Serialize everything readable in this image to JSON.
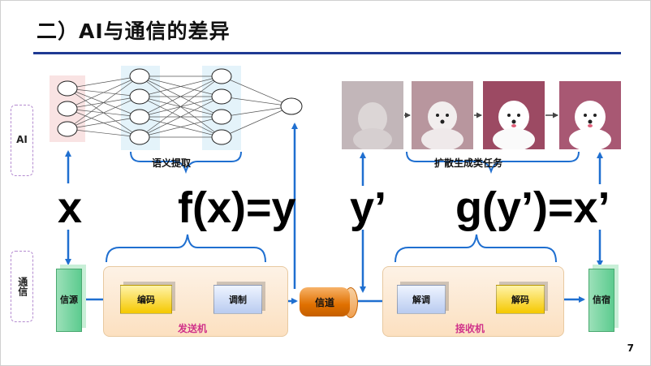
{
  "title": "二）AI与通信的差异",
  "side_labels": {
    "ai": "AI",
    "comm": "通信"
  },
  "equations": {
    "x": "x",
    "f": "f(x)=y",
    "y_prime": "y’",
    "g": "g(y’)=x’"
  },
  "brace_labels": {
    "semantic": "语义提取",
    "diffusion": "扩散生成类任务"
  },
  "blocks": {
    "source": "信源",
    "encode": "编码",
    "modulate": "调制",
    "channel": "信道",
    "demodulate": "解调",
    "decode": "解码",
    "sink": "信宿"
  },
  "panel_labels": {
    "transmitter": "发送机",
    "receiver": "接收机"
  },
  "images": [
    "noisy-dog-image",
    "dog-image-step-2",
    "dog-image-step-3",
    "clean-dog-image"
  ],
  "page_number": "7",
  "colors": {
    "title_rule": "#1f3a93",
    "arrow": "#1f6fd0",
    "panel_label": "#d0338a",
    "channel": "#e07000"
  }
}
